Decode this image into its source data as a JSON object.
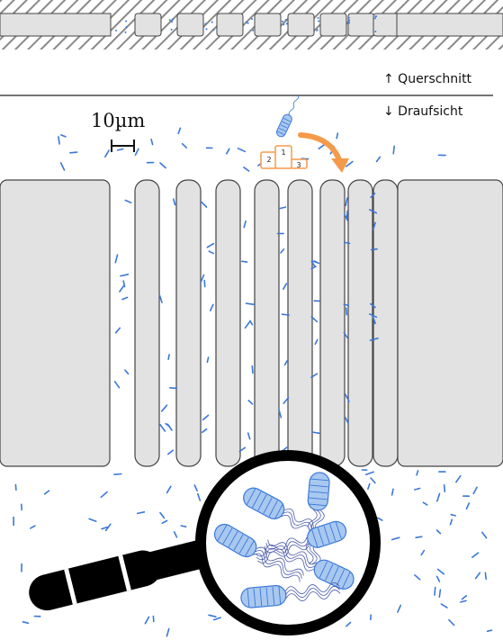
{
  "labels": {
    "cross_section": "↑ Querschnitt",
    "top_view": "↓ Draufsicht",
    "scale_bar": "10µm"
  },
  "podium_numbers": [
    "1",
    "2",
    "3"
  ],
  "colors": {
    "channel_fill": "#e2e2e2",
    "channel_stroke": "#444444",
    "bacteria": "#3a78d8",
    "bacteria_light": "#a9c8f0",
    "arrow": "#f59a4a",
    "magnifier": "#000000"
  }
}
